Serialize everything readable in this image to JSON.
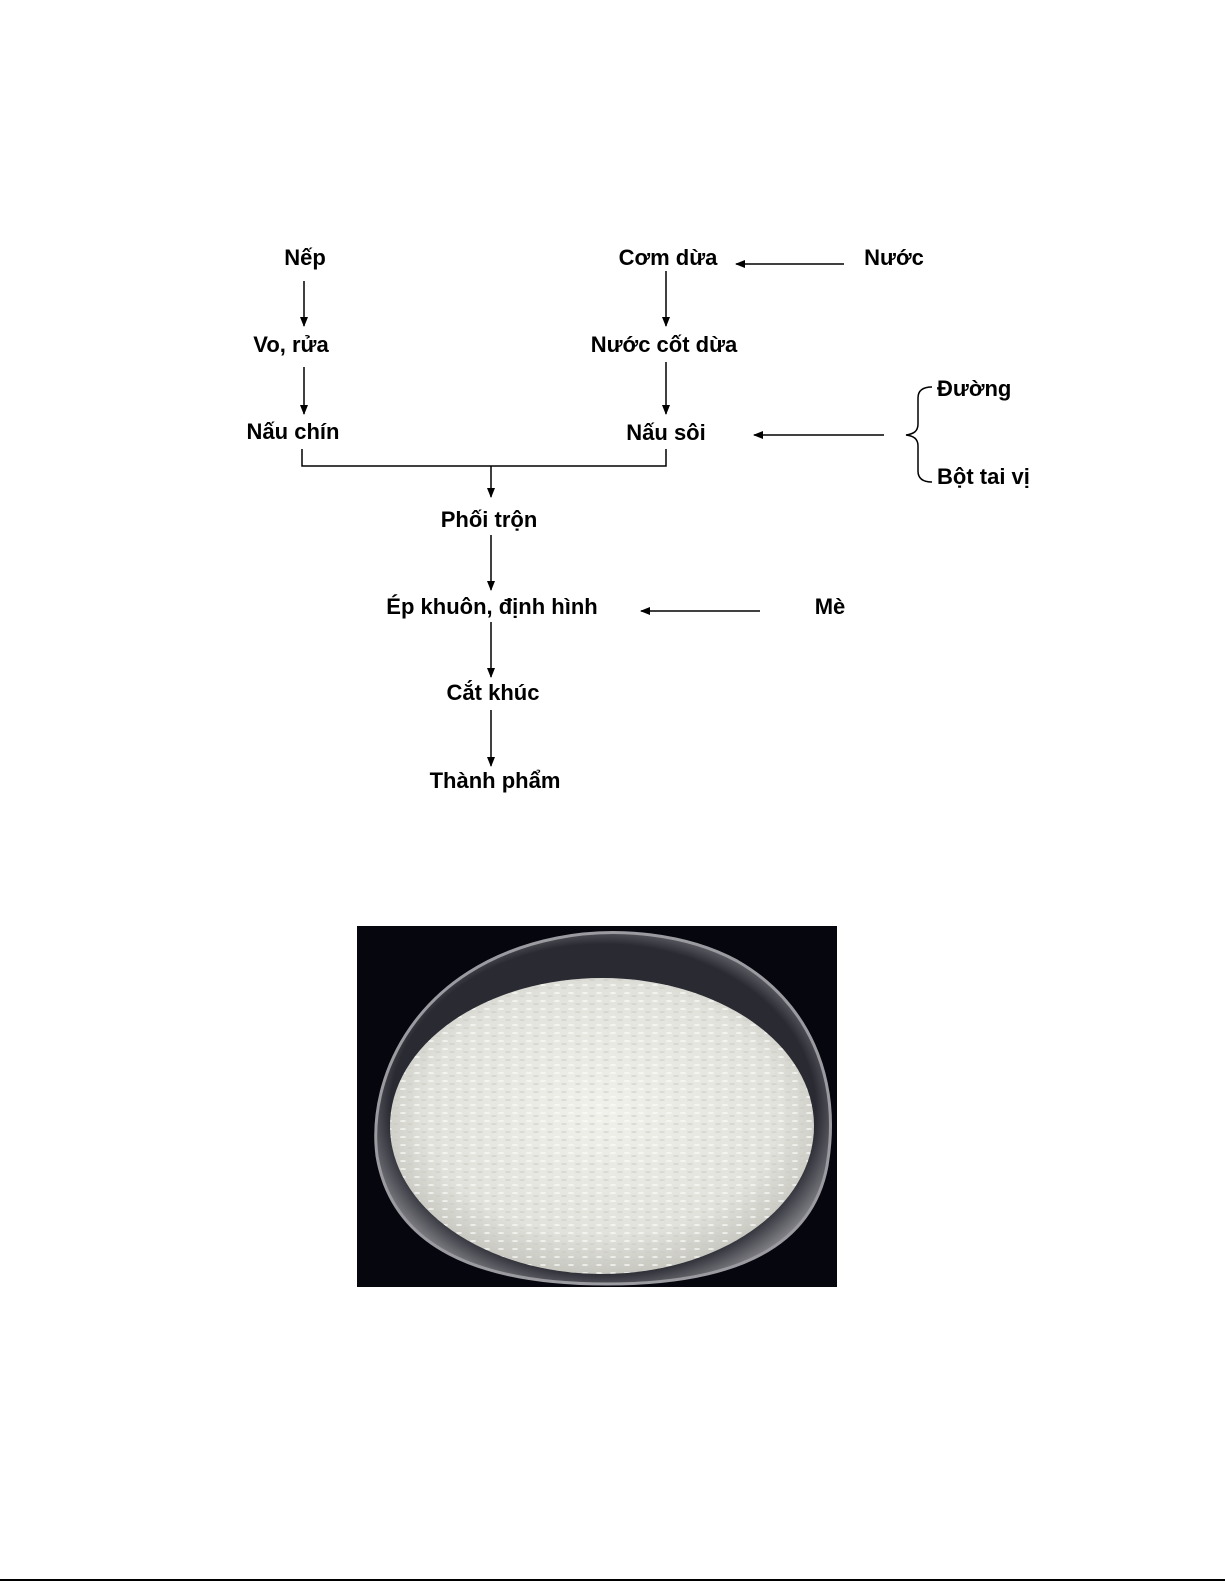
{
  "flowchart": {
    "nodes": {
      "nep": "Nếp",
      "vo_rua": "Vo, rửa",
      "nau_chin": "Nấu chín",
      "com_dua": "Cơm dừa",
      "nuoc": "Nước",
      "nuoc_cot_dua": "Nước cốt dừa",
      "nau_soi": "Nấu sôi",
      "duong": "Đường",
      "bot_tai_vi": "Bột tai vị",
      "phoi_tron": "Phối trộn",
      "ep_khuon": "Ép khuôn, định hình",
      "me": "Mè",
      "cat_khuc": "Cắt khúc",
      "thanh_pham": "Thành phẩm"
    }
  },
  "photo": {
    "subject": "bowl of raw glutinous rice on dark background"
  },
  "colors": {
    "ink": "#000000",
    "photo_background": "#06060f",
    "rice": "#e9e9e4"
  }
}
